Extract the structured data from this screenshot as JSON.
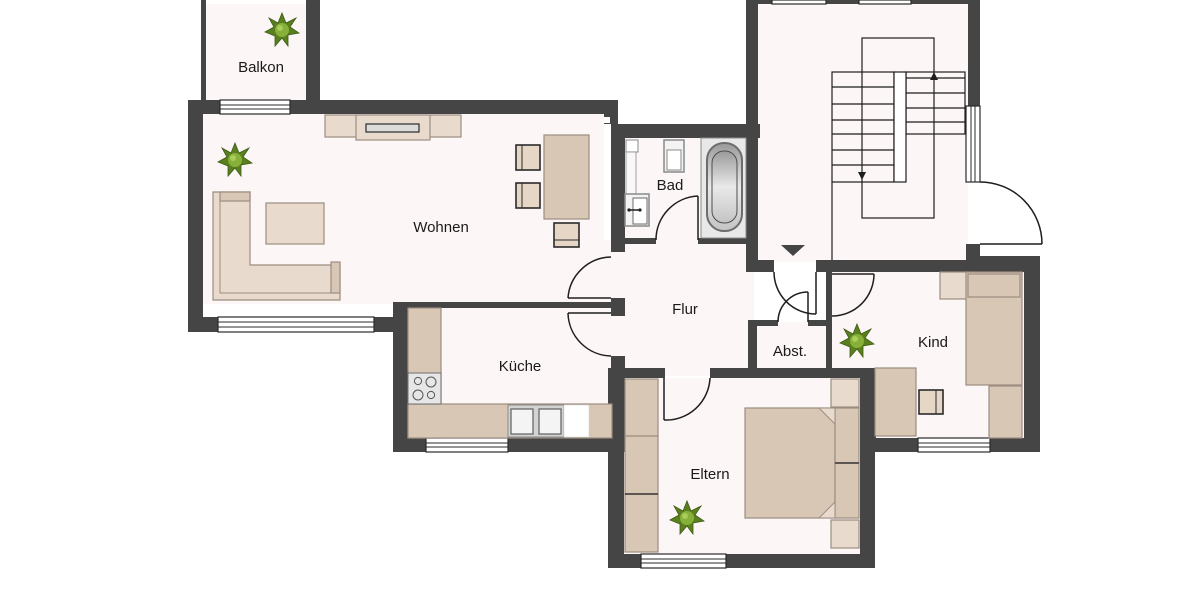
{
  "plan": {
    "colors": {
      "wall": "#454545",
      "floor": "#fcf6f6",
      "furniture": "#d9c7b6",
      "furniture_light": "#e8dacc",
      "plant": "#6f9a2a",
      "background": "#ffffff"
    },
    "rooms": {
      "balkon": {
        "label": "Balkon"
      },
      "wohnen": {
        "label": "Wohnen"
      },
      "bad": {
        "label": "Bad"
      },
      "flur": {
        "label": "Flur"
      },
      "kueche": {
        "label": "Küche"
      },
      "abst": {
        "label": "Abst."
      },
      "kind": {
        "label": "Kind"
      },
      "eltern": {
        "label": "Eltern"
      }
    },
    "icons": {
      "plant": "plant-icon",
      "stove": "stove-icon",
      "sink": "sink-icon",
      "bathtub": "bathtub-icon",
      "toilet": "toilet-icon",
      "washbasin": "washbasin-icon",
      "stair_arrow_up": "arrow-up-icon",
      "stair_arrow_down": "arrow-down-icon",
      "entrance_marker": "entrance-triangle-icon"
    }
  }
}
